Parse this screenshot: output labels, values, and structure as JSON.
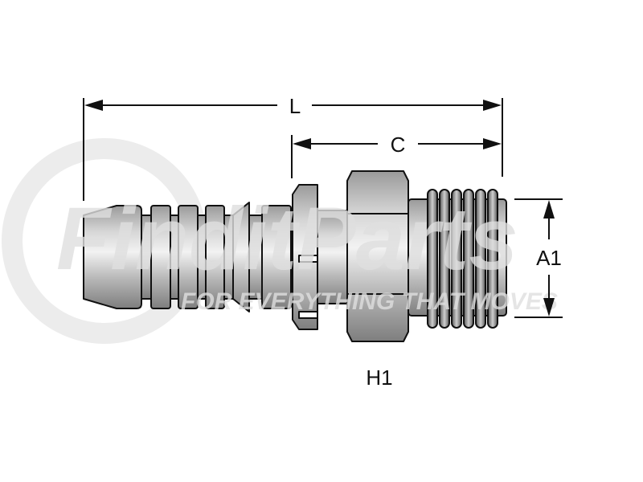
{
  "diagram": {
    "title": "Hose fitting – male thread straight",
    "dimensions": {
      "overall_length": "L",
      "thread_length": "C",
      "thread_diameter": "A1",
      "hex_size": "H1"
    },
    "watermark": {
      "brand": "FinditParts",
      "tagline": "FOR EVERYTHING THAT MOVES"
    },
    "colors": {
      "line": "#111111",
      "metal_light": "#e8e8e8",
      "metal_dark": "#8a8a8a",
      "watermark": "#e6e6e6",
      "watermark_accent": "#f3d3d3"
    }
  }
}
